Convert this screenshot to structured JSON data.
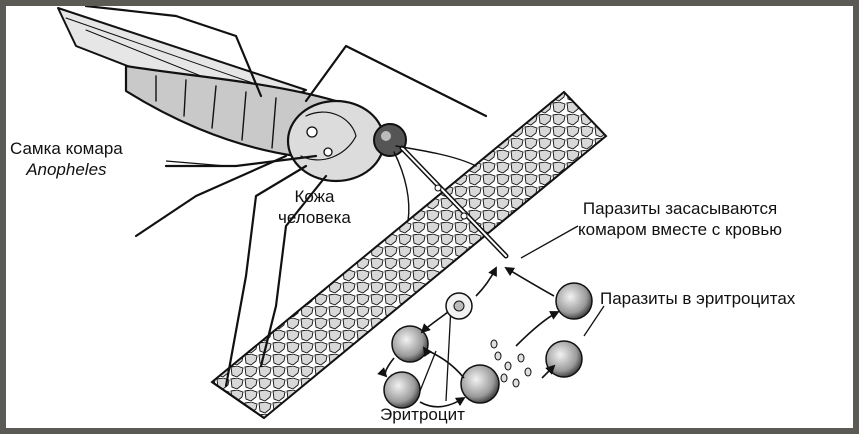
{
  "labels": {
    "mosquito_line1": "Самка комара",
    "mosquito_line2": "Anopheles",
    "skin_line1": "Кожа",
    "skin_line2": "человека",
    "parasites_sucked_line1": "Паразиты засасываются",
    "parasites_sucked_line2": "комаром вместе с кровью",
    "parasites_in_rbc": "Паразиты в эритроцитах",
    "erythrocyte": "Эритроцит"
  },
  "colors": {
    "background_border": "#5b5a55",
    "ink": "#111111",
    "skin_cell_fill": "#d8d8d8",
    "mosquito_fill": "#c9c9c9"
  }
}
